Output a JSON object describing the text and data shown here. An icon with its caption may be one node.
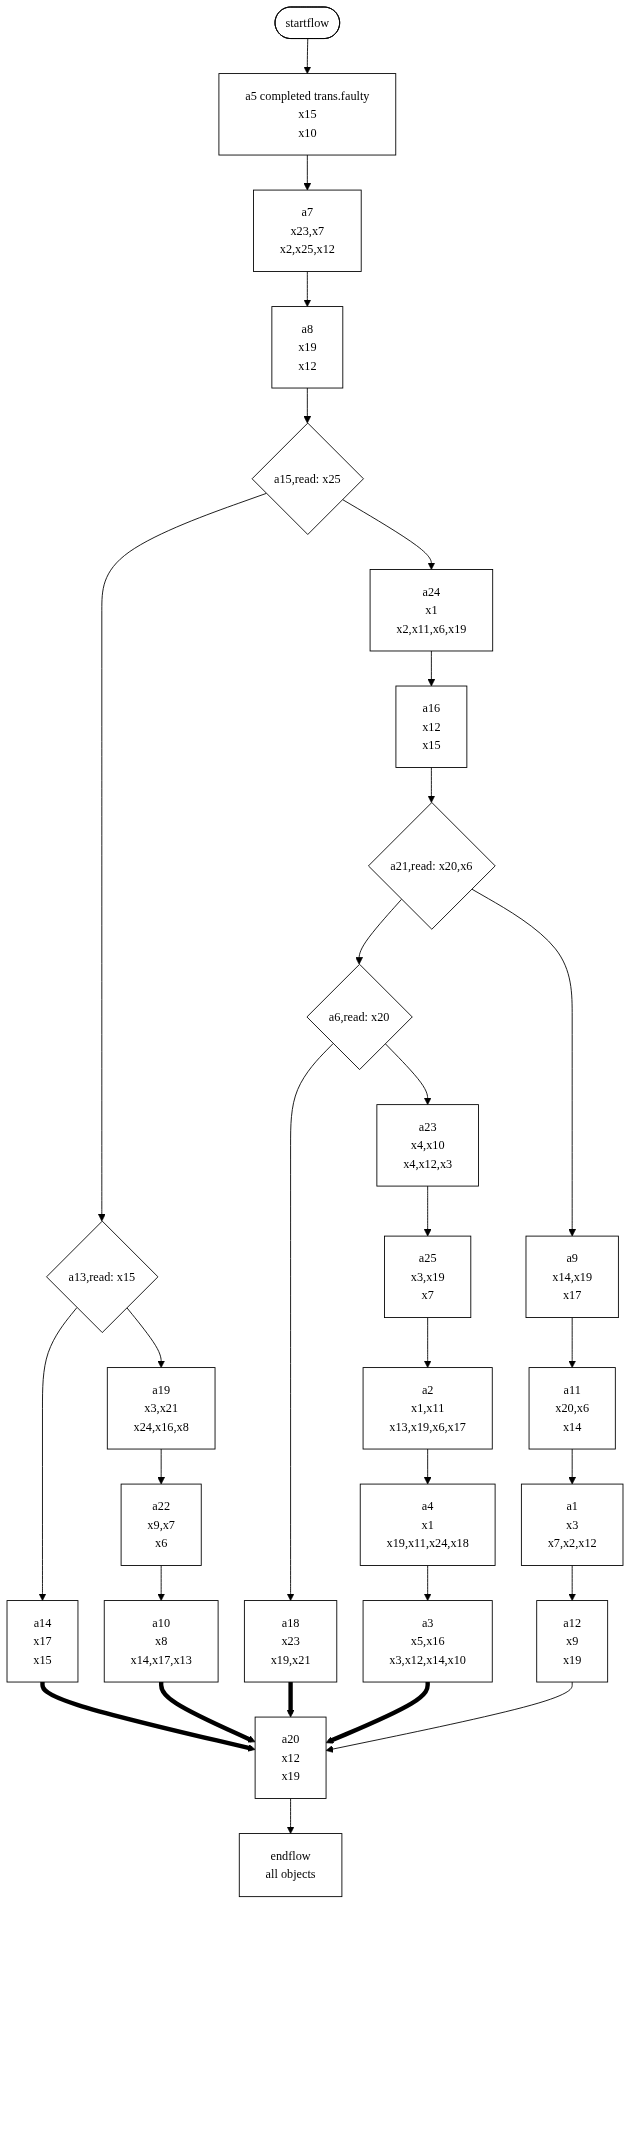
{
  "diagram": {
    "nodes": [
      {
        "text": [
          "startflow"
        ]
      },
      {
        "text": [
          "a5 completed trans.faulty",
          "x15",
          "x10"
        ]
      },
      {
        "text": [
          "a7",
          "x23,x7",
          "x2,x25,x12"
        ]
      },
      {
        "text": [
          "a8",
          "x19",
          "x12"
        ]
      },
      {
        "text": [
          "a15,read: x25"
        ]
      },
      {
        "text": [
          "a24",
          "x1",
          "x2,x11,x6,x19"
        ]
      },
      {
        "text": [
          "a16",
          "x12",
          "x15"
        ]
      },
      {
        "text": [
          "a21,read: x20,x6"
        ]
      },
      {
        "text": [
          "a6,read: x20"
        ]
      },
      {
        "text": [
          "a9",
          "x14,x19",
          "x17"
        ]
      },
      {
        "text": [
          "a23",
          "x4,x10",
          "x4,x12,x3"
        ]
      },
      {
        "text": [
          "a11",
          "x20,x6",
          "x14"
        ]
      },
      {
        "text": [
          "a18",
          "x23",
          "x19,x21"
        ]
      },
      {
        "text": [
          "a13,read: x15"
        ]
      },
      {
        "text": [
          "a25",
          "x3,x19",
          "x7"
        ]
      },
      {
        "text": [
          "a1",
          "x3",
          "x7,x2,x12"
        ]
      },
      {
        "text": [
          "a19",
          "x3,x21",
          "x24,x16,x8"
        ]
      },
      {
        "text": [
          "a2",
          "x1,x11",
          "x13,x19,x6,x17"
        ]
      },
      {
        "text": [
          "a14",
          "x17",
          "x15"
        ]
      },
      {
        "text": [
          "a22",
          "x9,x7",
          "x6"
        ]
      },
      {
        "text": [
          "a4",
          "x1",
          "x19,x11,x24,x18"
        ]
      },
      {
        "text": [
          "a12",
          "x9",
          "x19"
        ]
      },
      {
        "text": [
          "a10",
          "x8",
          "x14,x17,x13"
        ]
      },
      {
        "text": [
          "a3",
          "x5,x16",
          "x3,x12,x14,x10"
        ]
      },
      {
        "text": [
          "a20",
          "x12",
          "x19"
        ]
      },
      {
        "text": [
          "endflow",
          "all objects"
        ]
      }
    ],
    "edges": [
      {
        "from": 0,
        "to": 1,
        "arrow": "to"
      },
      {
        "from": 1,
        "to": 2,
        "arrow": "to"
      },
      {
        "from": 2,
        "to": 3,
        "arrow": "to"
      },
      {
        "from": 3,
        "to": 4,
        "arrow": "to"
      },
      {
        "from": 4,
        "to": 13,
        "arrow": "to"
      },
      {
        "from": 4,
        "to": 5,
        "arrow": "to"
      },
      {
        "from": 5,
        "to": 6,
        "arrow": "to"
      },
      {
        "from": 6,
        "to": 7,
        "arrow": "to"
      },
      {
        "from": 7,
        "to": 8,
        "arrow": "to"
      },
      {
        "from": 7,
        "to": 9,
        "arrow": "to"
      },
      {
        "from": 8,
        "to": 12,
        "arrow": "to"
      },
      {
        "from": 8,
        "to": 10,
        "arrow": "to"
      },
      {
        "from": 9,
        "to": 11,
        "arrow": "to"
      },
      {
        "from": 10,
        "to": 14,
        "arrow": "to"
      },
      {
        "from": 11,
        "to": 15,
        "arrow": "to"
      },
      {
        "from": 13,
        "to": 18,
        "arrow": "to"
      },
      {
        "from": 13,
        "to": 16,
        "arrow": "to"
      },
      {
        "from": 14,
        "to": 17,
        "arrow": "to"
      },
      {
        "from": 15,
        "to": 21,
        "arrow": "to"
      },
      {
        "from": 16,
        "to": 19,
        "arrow": "to"
      },
      {
        "from": 17,
        "to": 20,
        "arrow": "to"
      },
      {
        "from": 19,
        "to": 22,
        "arrow": "to"
      },
      {
        "from": 20,
        "to": 23,
        "arrow": "to"
      },
      {
        "from": 18,
        "to": 24,
        "arrow": "to",
        "style": "thick"
      },
      {
        "from": 22,
        "to": 24,
        "arrow": "to",
        "style": "thick"
      },
      {
        "from": 12,
        "to": 24,
        "arrow": "to",
        "style": "thick"
      },
      {
        "from": 23,
        "to": 24,
        "arrow": "to",
        "style": "thick"
      },
      {
        "from": 21,
        "to": 24,
        "arrow": "to"
      },
      {
        "from": 24,
        "to": 25,
        "arrow": "to"
      }
    ]
  }
}
